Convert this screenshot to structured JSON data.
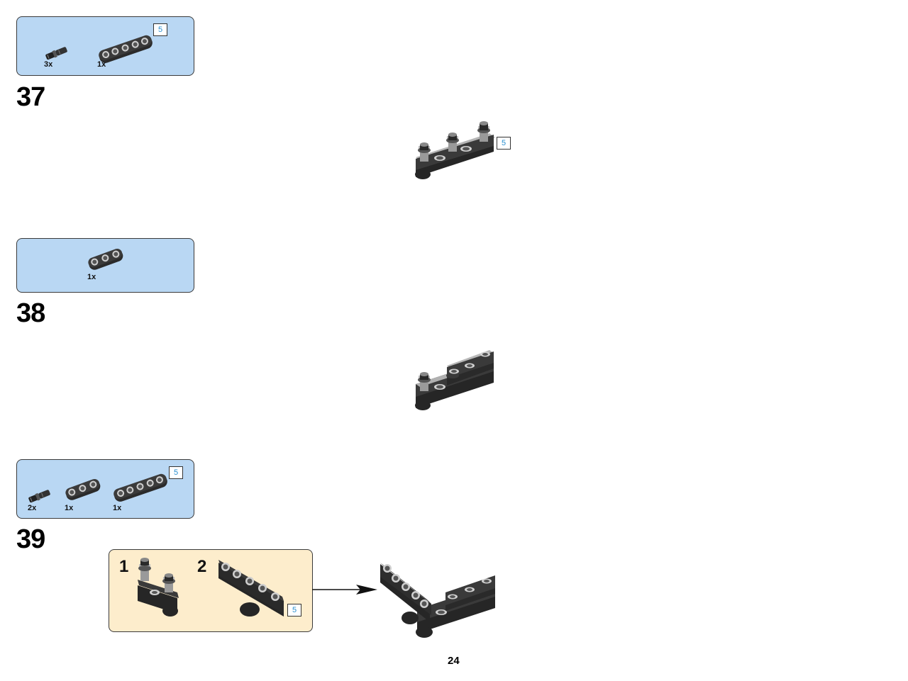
{
  "steps": [
    {
      "number": "37",
      "parts": [
        {
          "icon": "pin-with-friction-icon",
          "count": "3x"
        },
        {
          "icon": "beam-5-icon",
          "count": "1x",
          "length_badge": "5"
        }
      ],
      "model_badge": "5"
    },
    {
      "number": "38",
      "parts": [
        {
          "icon": "beam-3-icon",
          "count": "1x"
        }
      ]
    },
    {
      "number": "39",
      "parts": [
        {
          "icon": "pin-with-friction-icon",
          "count": "2x"
        },
        {
          "icon": "beam-3-icon",
          "count": "1x"
        },
        {
          "icon": "beam-5-icon",
          "count": "1x",
          "length_badge": "5"
        }
      ],
      "substeps": [
        {
          "number": "1"
        },
        {
          "number": "2",
          "badge": "5"
        }
      ]
    }
  ],
  "page_number": "24",
  "colors": {
    "parts_box": "#b9d7f3",
    "substep_box": "#fdedcc",
    "beam": "#2b2b2b",
    "badge_text": "#2a8fd0"
  }
}
